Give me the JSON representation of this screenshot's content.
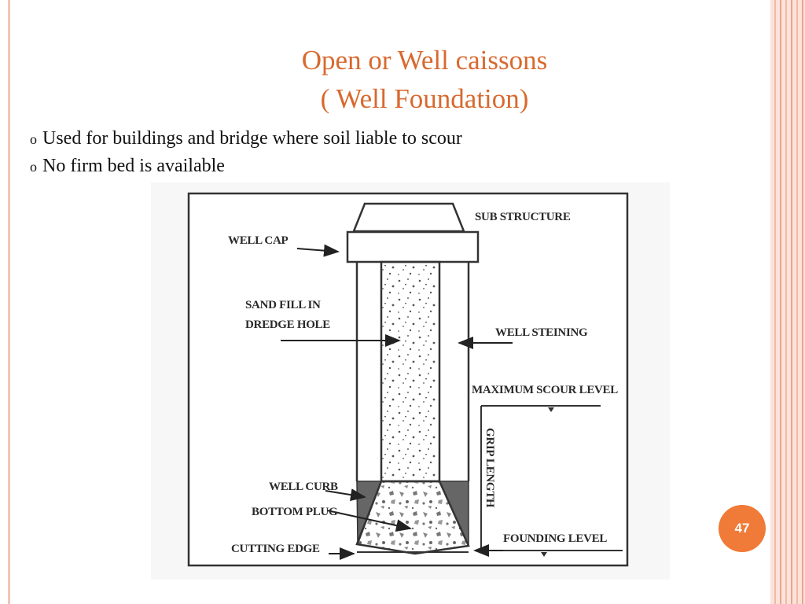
{
  "slide": {
    "title_line1": "Open or Well caissons",
    "title_line2": "( Well Foundation)",
    "bullets": [
      "Used for buildings and bridge where soil liable to scour",
      "No firm bed is available"
    ],
    "bullet_marker": "o",
    "page_number": "47",
    "accent_color": "#d8692e",
    "badge_color": "#f07a37"
  },
  "diagram": {
    "labels": {
      "sub_structure": "SUB STRUCTURE",
      "well_cap": "WELL CAP",
      "sand_fill_1": "SAND FILL IN",
      "sand_fill_2": "DREDGE HOLE",
      "well_steining": "WELL STEINING",
      "max_scour": "MAXIMUM SCOUR LEVEL",
      "grip_length": "GRIP LENGTH",
      "well_curb": "WELL CURB",
      "bottom_plug": "BOTTOM PLUG",
      "founding_level": "FOUNDING LEVEL",
      "cutting_edge": "CUTTING EDGE"
    }
  }
}
